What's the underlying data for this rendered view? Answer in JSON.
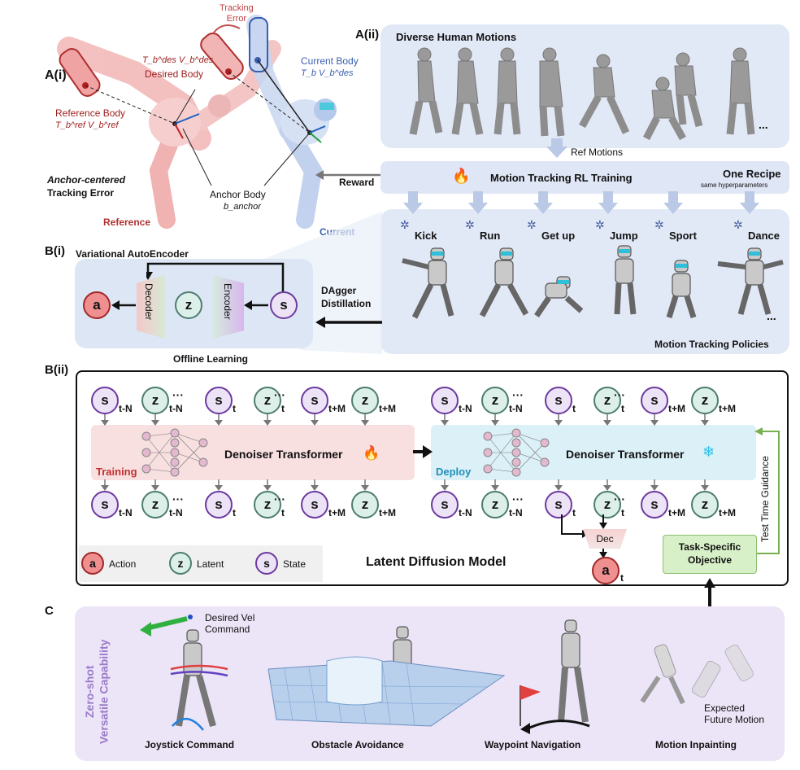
{
  "sectionA1": {
    "label": "A(i)",
    "tracking_error": "Tracking\nError",
    "desired_sym": "T_b^des  V_b^des",
    "desired_body": "Desired Body",
    "current_body": "Current Body",
    "current_sym": "T_b  V_b^des",
    "reference_body": "Reference Body",
    "reference_sym": "T_b^ref  V_b^ref",
    "anchor_centered": "Anchor-centered",
    "tracking_error_caption": "Tracking Error",
    "anchor_body": "Anchor Body",
    "anchor_sym": "b_anchor",
    "reference": "Reference",
    "current": "Current"
  },
  "sectionA2": {
    "label": "A(ii)",
    "diverse": "Diverse Human Motions",
    "ref_motions": "Ref Motions",
    "reward": "Reward",
    "rl_training": "Motion Tracking RL Training",
    "one_recipe": "One Recipe",
    "same_hyper": "same hyperparameters",
    "policies": [
      "Kick",
      "Run",
      "Get up",
      "Jump",
      "Sport",
      "Dance"
    ],
    "policies_caption": "Motion Tracking Policies",
    "ellipsis": "..."
  },
  "sectionB1": {
    "label": "B(i)",
    "title": "Variational AutoEncoder",
    "decoder": "Decoder",
    "encoder": "Encoder",
    "a": "a",
    "z": "z",
    "s": "s",
    "dagger": "DAgger\nDistillation",
    "offline": "Offline Learning"
  },
  "sectionB2": {
    "label": "B(ii)",
    "denoiser": "Denoiser Transformer",
    "training": "Training",
    "deploy": "Deploy",
    "subs": [
      "t-N",
      "t-N",
      "t",
      "t",
      "t+M",
      "t+M"
    ],
    "dots": "···",
    "dec": "Dec",
    "act_sub": "t",
    "test_time": "Test Time Guidance",
    "task_obj": "Task-Specific\nObjective",
    "ldm": "Latent Diffusion Model",
    "legend": [
      "Action",
      "Latent",
      "State"
    ]
  },
  "sectionC": {
    "label": "C",
    "side": "Zero-shot\nVersatile Capability",
    "desired_vel": "Desired Vel\nCommand",
    "expected": "Expected\nFuture Motion",
    "captions": [
      "Joystick Command",
      "Obstacle Avoidance",
      "Waypoint Navigation",
      "Motion Inpainting"
    ]
  },
  "colors": {
    "panel_blue": "#dfe7f5",
    "training_pink": "#f8dfe0",
    "deploy_cyan": "#dbf1f8",
    "green_box": "#d7f0c8",
    "purple_panel": "#ece4f7",
    "state": "#6d3aa0",
    "latent": "#4d7d70",
    "action": "#a22828"
  }
}
